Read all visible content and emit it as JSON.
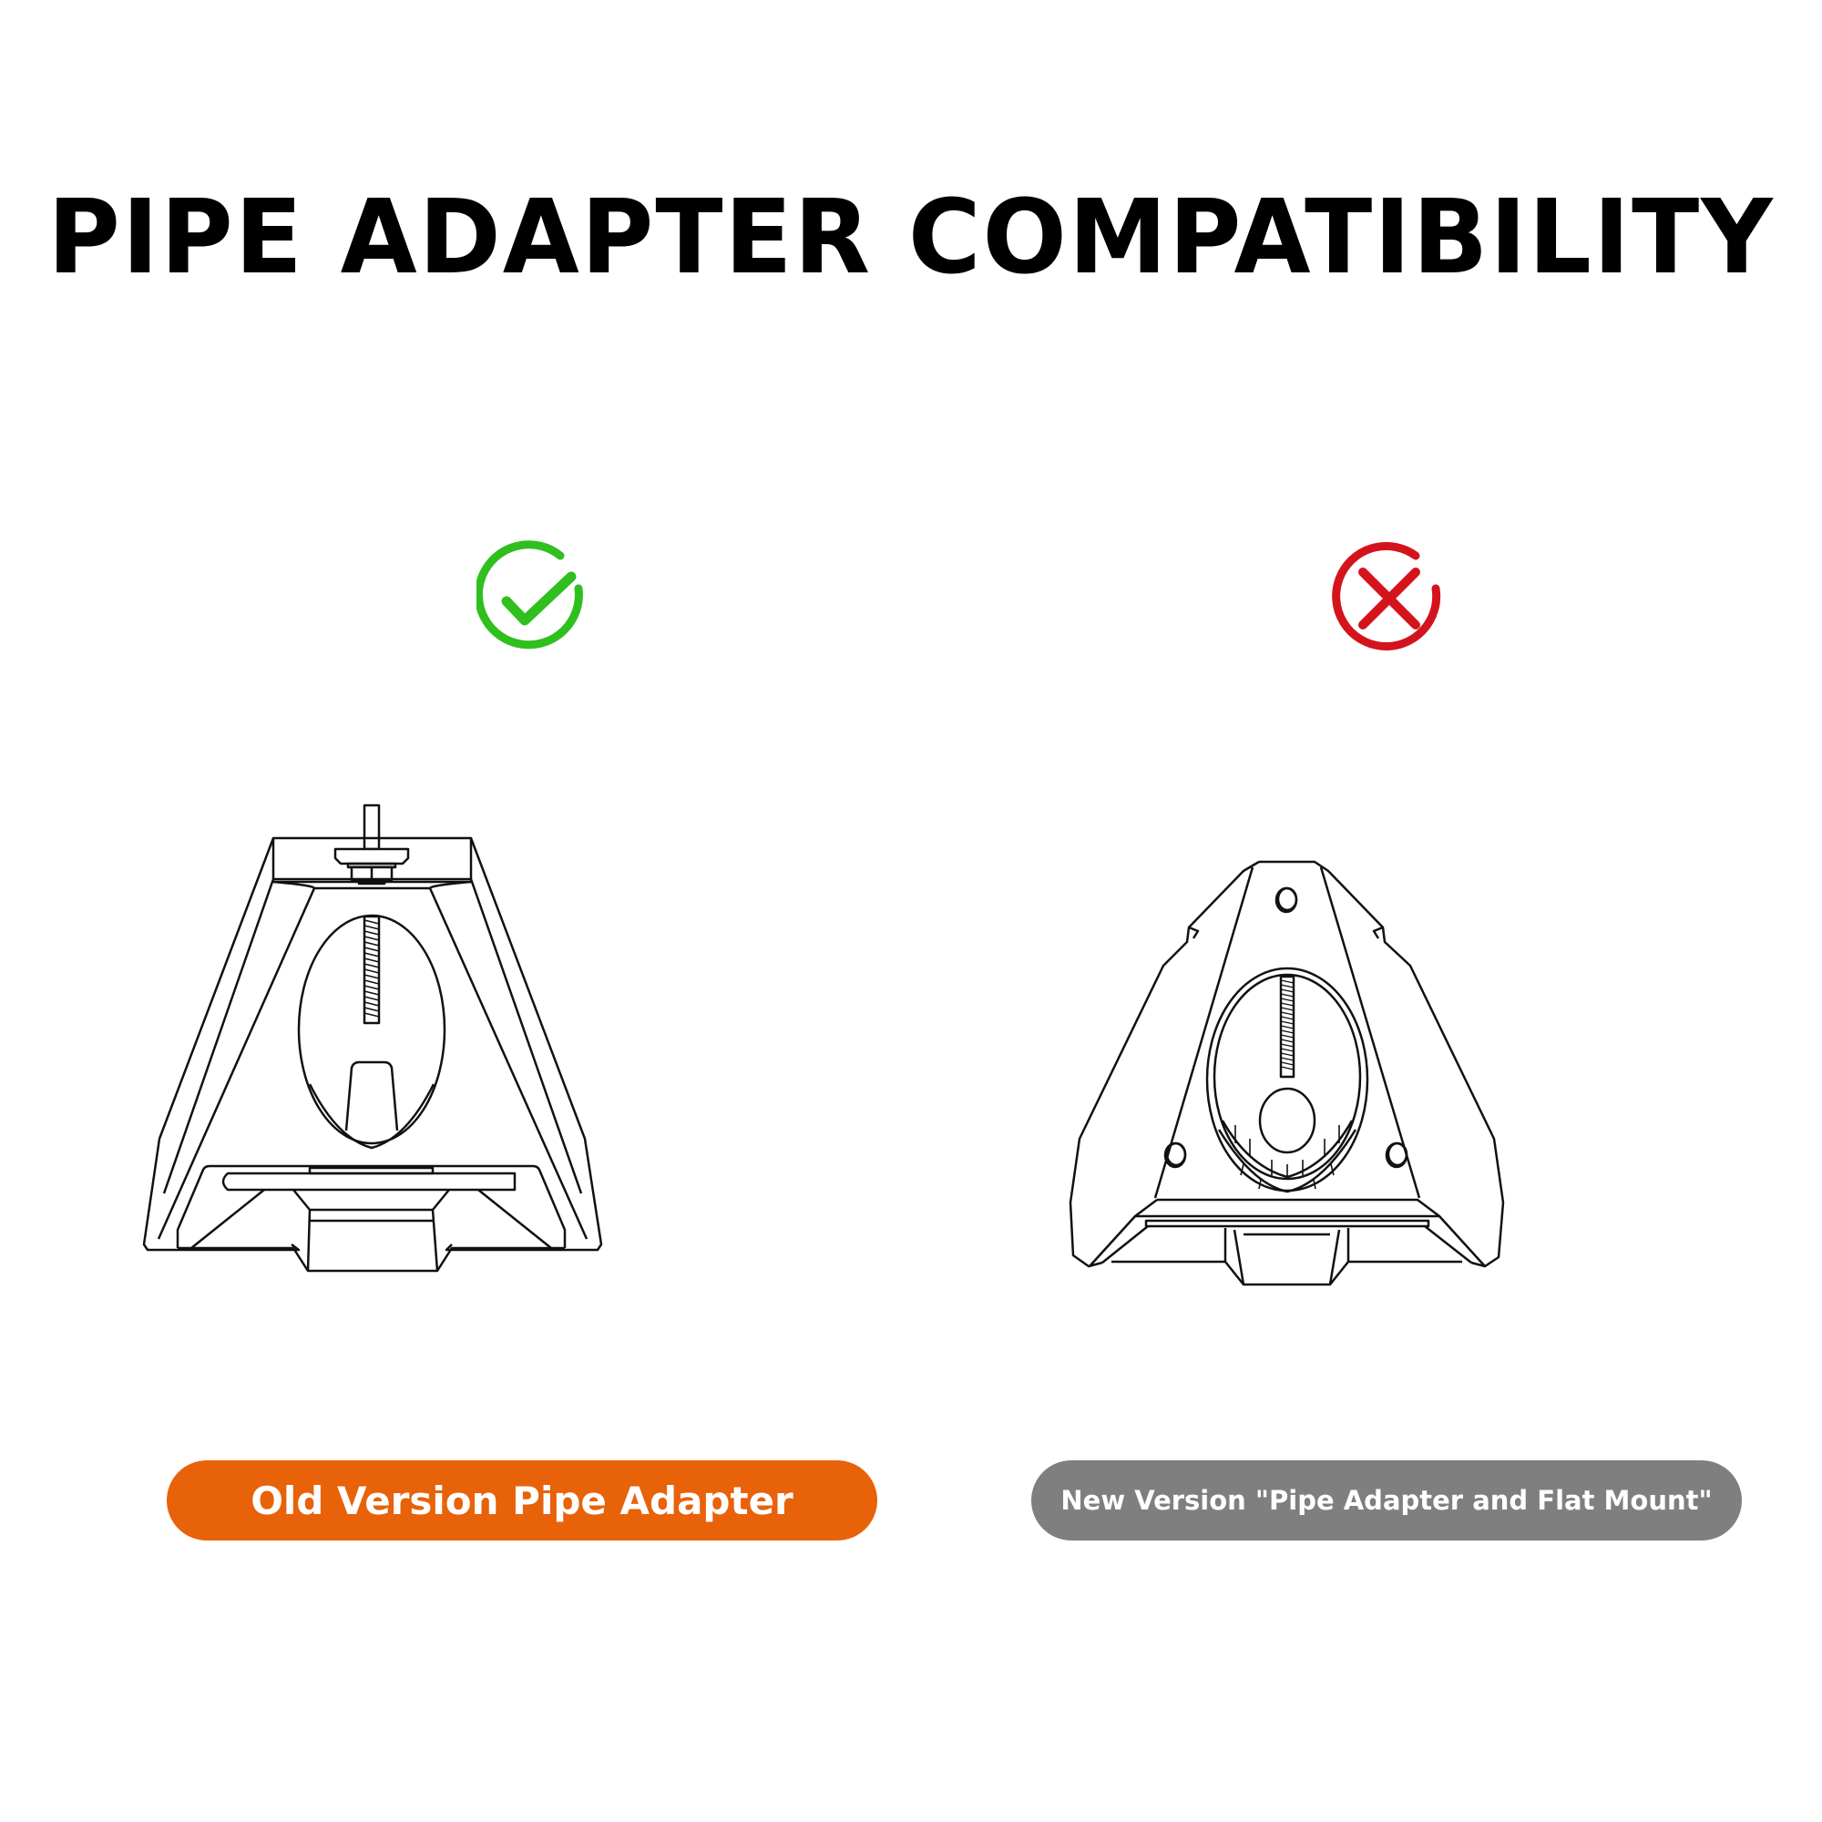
{
  "title": "PIPE ADAPTER COMPATIBILITY",
  "colors": {
    "background": "#ffffff",
    "title": "#000000",
    "check_green": "#2fbf1f",
    "cross_red": "#d4141c",
    "old_pill": "#e8620a",
    "new_pill": "#7f7f7f",
    "pill_text": "#ffffff",
    "line_art": "#111111"
  },
  "items": [
    {
      "id": "old",
      "status_icon": "check-circle-icon",
      "compatible": true,
      "label": "Old Version Pipe Adapter",
      "illustration": "old-pipe-adapter-drawing"
    },
    {
      "id": "new",
      "status_icon": "cross-circle-icon",
      "compatible": false,
      "label": "New Version \"Pipe Adapter and Flat Mount\"",
      "illustration": "new-pipe-adapter-flat-mount-drawing"
    }
  ]
}
